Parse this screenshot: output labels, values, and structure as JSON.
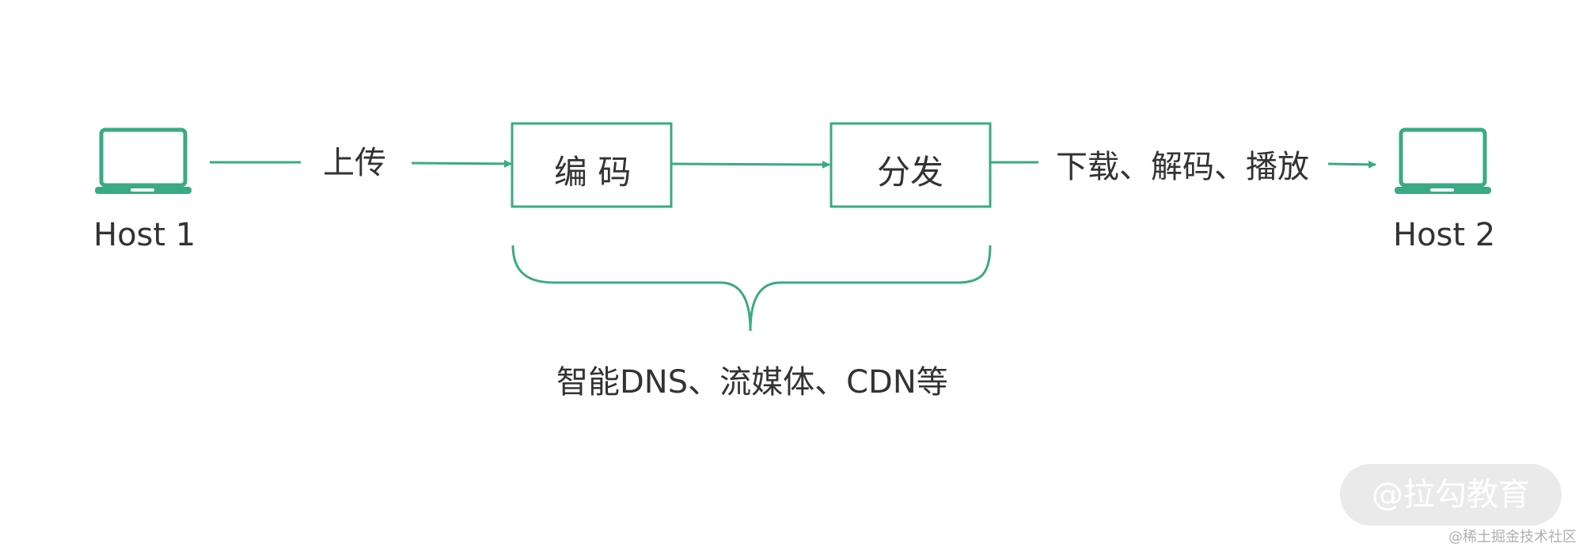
{
  "colors": {
    "accent": "#3aaa85",
    "text": "#333333"
  },
  "nodes": {
    "host1": {
      "label": "Host 1",
      "icon": "laptop-icon"
    },
    "encode": {
      "label": "编 码"
    },
    "distribute": {
      "label": "分发"
    },
    "host2": {
      "label": "Host 2",
      "icon": "laptop-icon"
    }
  },
  "edges": {
    "upload": {
      "label": "上传"
    },
    "download": {
      "label": "下载、解码、播放"
    }
  },
  "brace_note": "智能DNS、流媒体、CDN等",
  "watermark": "@拉勾教育",
  "site_credit": "@稀土掘金技术社区"
}
